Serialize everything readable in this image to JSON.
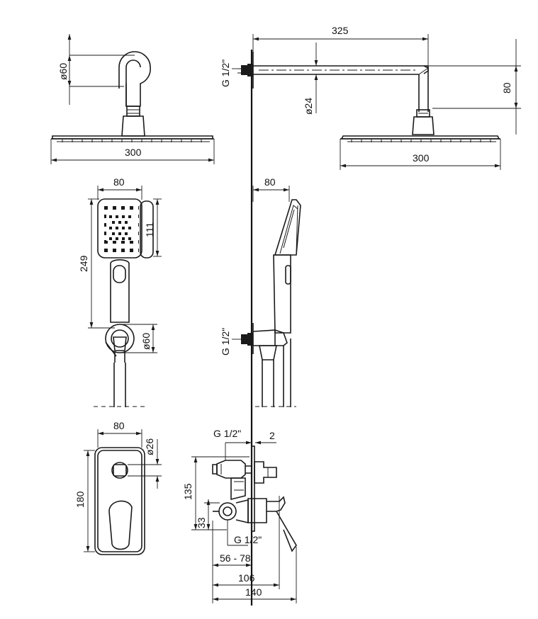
{
  "labels": {
    "top_left_dia": "ø60",
    "top_left_width": "300",
    "top_right_arm": "325",
    "top_right_thread": "G 1/2\"",
    "top_right_dia": "ø24",
    "top_right_height": "80",
    "top_right_width": "300",
    "hand_width": "80",
    "hand_head_height": "111",
    "hand_total_height": "249",
    "hand_holder_dia": "ø60",
    "hand_side_width": "80",
    "hand_side_thread": "G 1/2\"",
    "plate_width": "80",
    "plate_height": "180",
    "plate_knob_dia": "ø26",
    "valve_thread_top": "G 1/2\"",
    "valve_gap": "2",
    "valve_height": "135",
    "valve_outlet": "33",
    "valve_thread_bottom": "G 1/2\"",
    "valve_depth_range": "56 - 78",
    "valve_depth_106": "106",
    "valve_depth_140": "140"
  }
}
